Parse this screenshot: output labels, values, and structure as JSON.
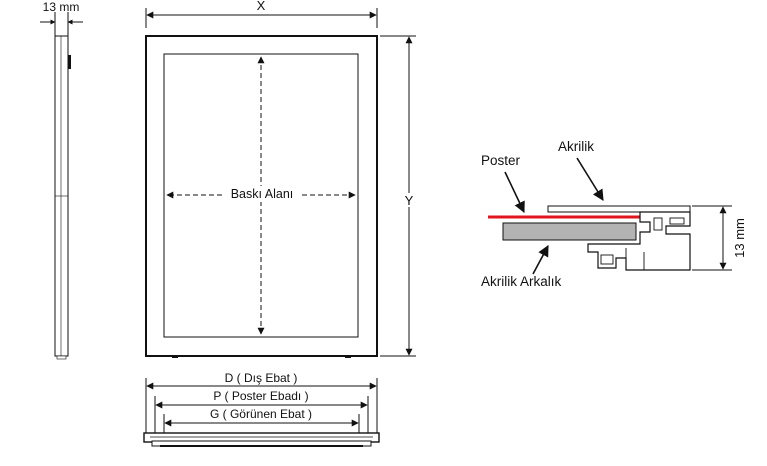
{
  "dimensions": {
    "side_depth": "13 mm",
    "width": "X",
    "height": "Y",
    "print_area": "Baskı Alanı",
    "outer_size": "D ( Dış Ebat )",
    "poster_size": "P ( Poster Ebadı )",
    "visible_size": "G ( Görünen Ebat )"
  },
  "profile": {
    "poster_label": "Poster",
    "acrylic_label": "Akrilik",
    "acrylic_back_label": "Akrilik Arkalık",
    "depth_label": "13 mm"
  },
  "colors": {
    "line": "#111111",
    "poster": "#e0161c",
    "acrylic_back_fill": "#b3b3b3"
  }
}
